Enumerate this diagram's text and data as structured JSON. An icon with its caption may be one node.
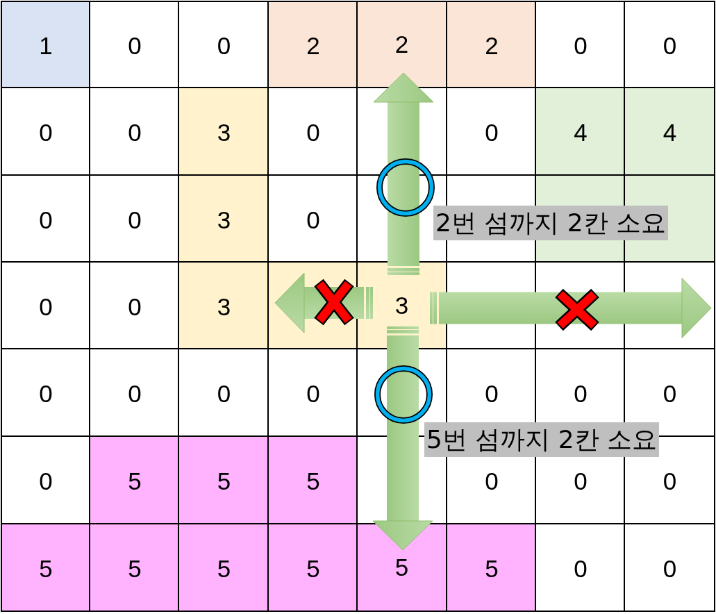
{
  "diagram": {
    "nodes": [
      {
        "text": [
          "1"
        ]
      },
      {
        "text": [
          "0"
        ]
      },
      {
        "text": [
          "0"
        ]
      },
      {
        "text": [
          "2"
        ]
      },
      {
        "text": [
          "2"
        ]
      },
      {
        "text": [
          "2"
        ]
      },
      {
        "text": [
          "0"
        ]
      },
      {
        "text": [
          "0"
        ]
      },
      {
        "text": [
          "0"
        ]
      },
      {
        "text": [
          "0"
        ]
      },
      {
        "text": [
          "3"
        ]
      },
      {
        "text": [
          "0"
        ]
      },
      {
        "text": [
          "0"
        ]
      },
      {
        "text": [
          "4"
        ]
      },
      {
        "text": [
          "4"
        ]
      },
      {
        "text": [
          "0"
        ]
      },
      {
        "text": [
          "0"
        ]
      },
      {
        "text": [
          "3"
        ]
      },
      {
        "text": [
          "0"
        ]
      },
      {
        "text": [
          "0"
        ]
      },
      {
        "text": [
          "0"
        ]
      },
      {
        "text": [
          "3"
        ]
      },
      {
        "text": [],
        "shape": "box"
      },
      {
        "text": [
          "3"
        ]
      },
      {
        "text": [],
        "shape": "box"
      },
      {
        "text": [
          "0"
        ]
      },
      {
        "text": [
          "0"
        ]
      },
      {
        "text": [
          "0"
        ]
      },
      {
        "text": [
          "0"
        ]
      },
      {
        "text": [
          "0"
        ]
      },
      {
        "text": [
          "0"
        ]
      },
      {
        "text": [
          "0"
        ]
      },
      {
        "text": [
          "0"
        ]
      },
      {
        "text": [
          "5"
        ]
      },
      {
        "text": [
          "5"
        ]
      },
      {
        "text": [
          "5"
        ]
      },
      {
        "text": [
          "0"
        ]
      },
      {
        "text": [
          "0"
        ]
      },
      {
        "text": [
          "0"
        ]
      },
      {
        "text": [
          "5"
        ]
      },
      {
        "text": [
          "5"
        ]
      },
      {
        "text": [
          "5"
        ]
      },
      {
        "text": [
          "5"
        ]
      },
      {
        "text": [
          "5"
        ]
      },
      {
        "text": [
          "5"
        ]
      },
      {
        "text": [
          "0"
        ]
      },
      {
        "text": [
          "0"
        ]
      }
    ],
    "edges": [
      {
        "from": 23,
        "to": 4,
        "arrow": "to",
        "label": "2번 섬까지 2칸 소요"
      },
      {
        "from": 23,
        "to": 22,
        "arrow": "to"
      },
      {
        "from": 23,
        "to": 24,
        "arrow": "to"
      },
      {
        "from": 23,
        "to": 43,
        "arrow": "to",
        "label": "5번 섬까지 2칸 소요"
      }
    ]
  }
}
